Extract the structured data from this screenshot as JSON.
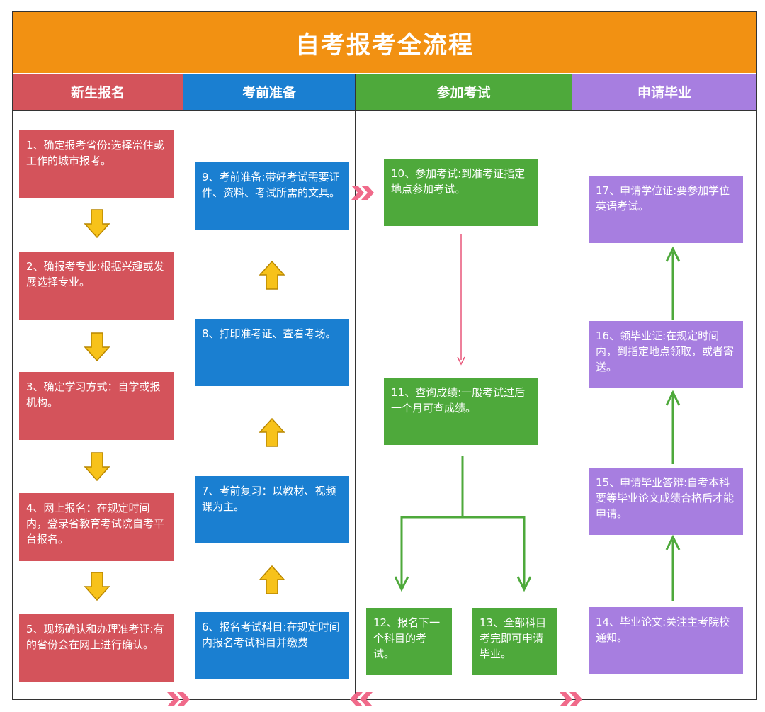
{
  "title": "自考报考全流程",
  "colors": {
    "title_bg": "#f29112",
    "col1": "#d4535b",
    "col2": "#1a7fd1",
    "col3": "#4ea93b",
    "col4": "#a77ee0",
    "yellow_arrow": "#f7c21a",
    "pink_arrow": "#f06a8a"
  },
  "columns": [
    {
      "label": "新生报名"
    },
    {
      "label": "考前准备"
    },
    {
      "label": "参加考试"
    },
    {
      "label": "申请毕业"
    }
  ],
  "steps": {
    "s1": "1、确定报考省份:选择常住或工作的城市报考。",
    "s2": "2、确报考专业:根据兴趣或发展选择专业。",
    "s3": "3、确定学习方式：自学或报机构。",
    "s4": "4、网上报名：在规定时间内，登录省教育考试院自考平台报名。",
    "s5": "5、现场确认和办理准考证:有的省份会在网上进行确认。",
    "s6": "6、报名考试科目:在规定时间内报名考试科目并缴费",
    "s7": "7、考前复习：以教材、视频课为主。",
    "s8": "8、打印准考证、查看考场。",
    "s9": "9、考前准备:带好考试需要证件、资料、考试所需的文具。",
    "s10": "10、参加考试:到准考证指定地点参加考试。",
    "s11": "11、查询成绩:一般考试过后一个月可查成绩。",
    "s12": "12、报名下一个科目的考试。",
    "s13": "13、全部科目考完即可申请毕业。",
    "s14": "14、毕业论文:关注主考院校通知。",
    "s15": "15、申请毕业答辩:自考本科要等毕业论文成绩合格后才能申请。",
    "s16": "16、领毕业证:在规定时间内，到指定地点领取，或者寄送。",
    "s17": "17、申请学位证:要参加学位英语考试。"
  }
}
